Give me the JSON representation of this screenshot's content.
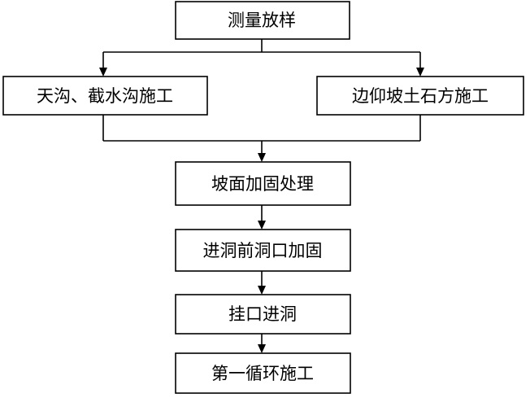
{
  "flowchart": {
    "steps": {
      "survey": "测量放样",
      "ditch": "天沟、截水沟施工",
      "slope_earthwork": "边仰坡土石方施工",
      "slope_reinforce": "坡面加固处理",
      "portal_reinforce": "进洞前洞口加固",
      "enter_tunnel": "挂口进洞",
      "first_cycle": "第一循环施工"
    }
  }
}
